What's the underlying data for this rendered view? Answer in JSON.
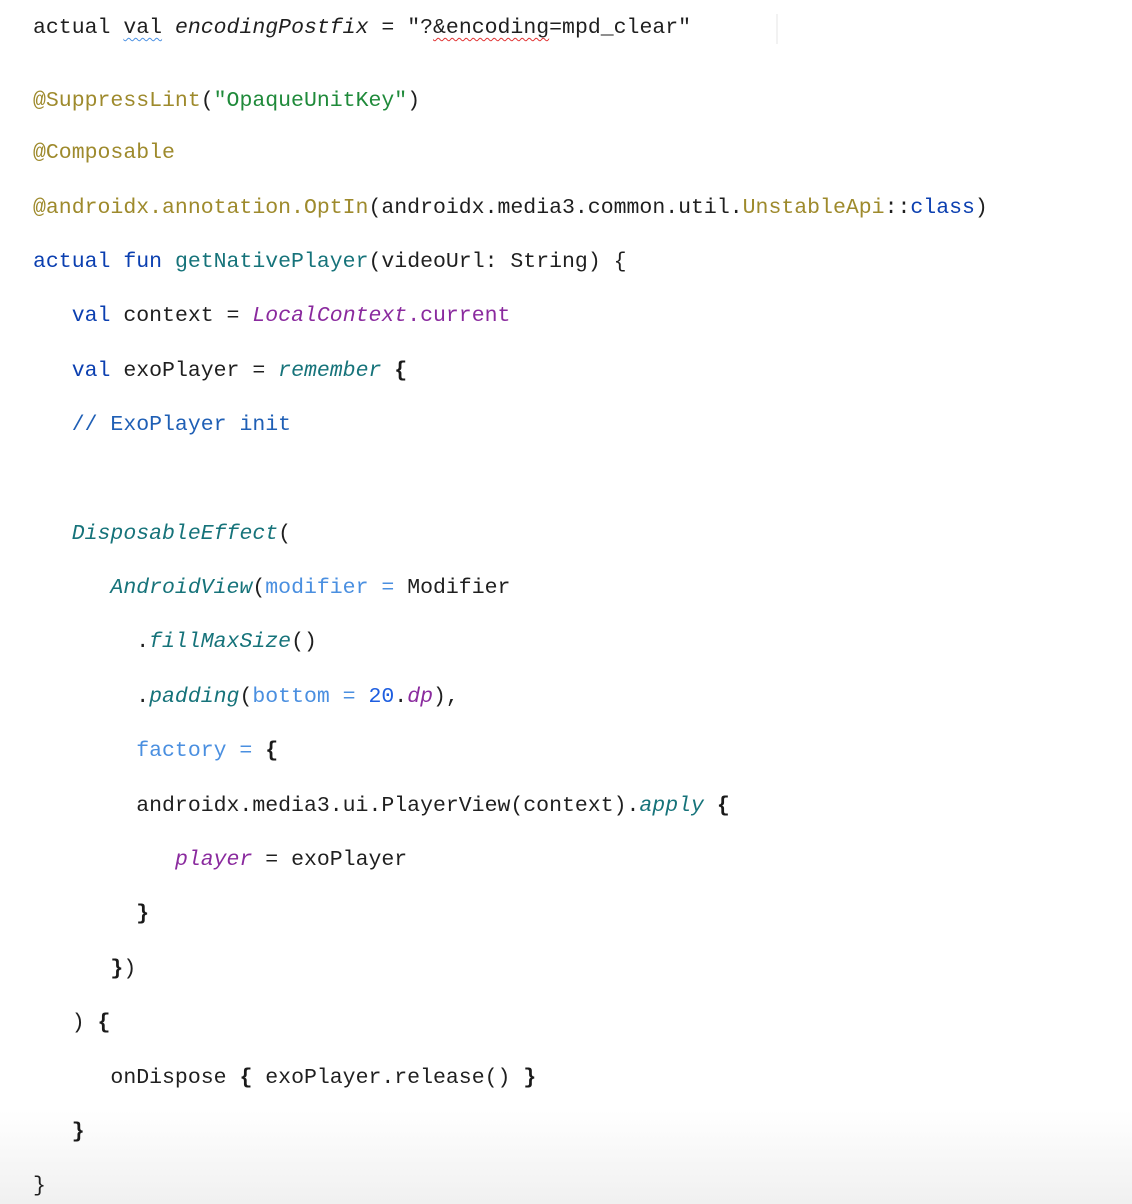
{
  "code": {
    "l1": {
      "kw1": "actual ",
      "kw2": "val",
      "name": " encodingPostfix",
      "eq": " = ",
      "str_a": "\"?",
      "str_b": "&encoding",
      "str_c": "=mpd_clear\""
    },
    "l2": {
      "anno": "@SuppressLint",
      "open": "(",
      "str": "\"OpaqueUnitKey\"",
      "close": ")"
    },
    "l3": {
      "anno": "@Composable"
    },
    "l4": {
      "anno": "@androidx.annotation.OptIn",
      "open": "(androidx.media3.common.util.",
      "cls": "UnstableApi",
      "sep": "::",
      "kw": "class",
      "close": ")"
    },
    "l5": {
      "kw": "actual fun ",
      "fn": "getNativePlayer",
      "rest": "(videoUrl: String) {"
    },
    "l6": {
      "indent": "   ",
      "kw": "val",
      "rest": " context = ",
      "obj": "LocalContext",
      "prop": ".current"
    },
    "l7": {
      "indent": "   ",
      "kw": "val",
      "rest": " exoPlayer = ",
      "fn": "remember",
      "brace": " {"
    },
    "l8": {
      "indent": "   ",
      "comment": "// ExoPlayer init"
    },
    "l9": {
      "indent": "   ",
      "fn": "DisposableEffect",
      "open": "("
    },
    "l10": {
      "indent": "      ",
      "fn": "AndroidView",
      "open": "(",
      "param": "modifier = ",
      "rest": "Modifier"
    },
    "l11": {
      "indent": "        ",
      "dot": ".",
      "fn": "fillMaxSize",
      "rest": "()"
    },
    "l12": {
      "indent": "        ",
      "dot": ".",
      "fn": "padding",
      "open": "(",
      "param": "bottom = ",
      "num": "20",
      "dot2": ".",
      "unit": "dp",
      "close": "),"
    },
    "l13": {
      "indent": "        ",
      "param": "factory = ",
      "brace": "{"
    },
    "l14": {
      "indent": "        ",
      "rest": "androidx.media3.ui.PlayerView(context).",
      "fn": "apply",
      "brace": " {"
    },
    "l15": {
      "indent": "           ",
      "prop": "player",
      "rest": " = exoPlayer"
    },
    "l16": {
      "indent": "        ",
      "brace": "}"
    },
    "l17": {
      "indent": "      ",
      "brace": "}",
      "rest": ")"
    },
    "l18": {
      "indent": "   ",
      "rest": ") ",
      "brace": "{"
    },
    "l19": {
      "indent": "      ",
      "rest_a": "onDispose ",
      "brace_a": "{",
      "rest_b": " exoPlayer.release() ",
      "brace_b": "}"
    },
    "l20": {
      "indent": "   ",
      "brace": "}"
    },
    "l21": {
      "rest": "}"
    }
  },
  "colors": {
    "keyword": "#0b3fb0",
    "annotation": "#9e8a2c",
    "string": "#1f8a3a",
    "function": "#16737a",
    "property": "#8a2a9e",
    "parameter": "#4a8fe0",
    "number": "#1e5ee0",
    "comment": "#1f5fb5",
    "text": "#1f1f1f"
  }
}
